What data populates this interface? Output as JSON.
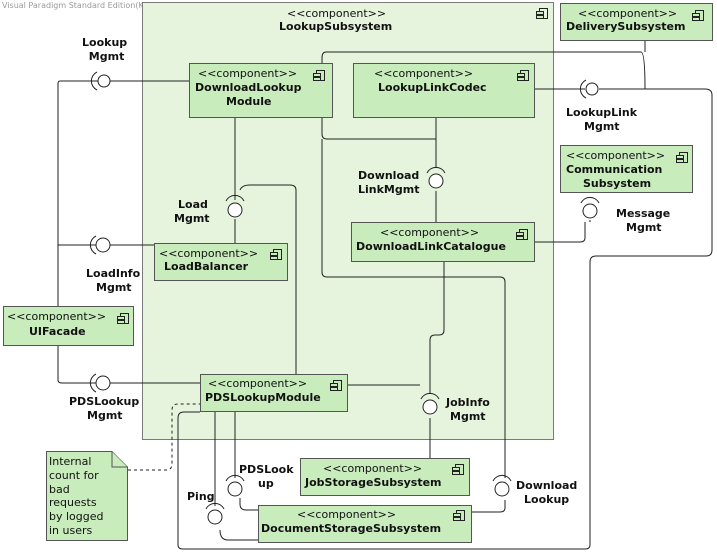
{
  "watermark": "Visual Paradigm Standard Edition(K.U.Leuven)",
  "stereotype": "<<component>>",
  "subsystem": {
    "stereotype": "<<component>>",
    "name": "LookupSubsystem"
  },
  "components": {
    "delivery": "DeliverySubsystem",
    "download_lookup": [
      "DownloadLookup",
      "Module"
    ],
    "link_codec": "LookupLinkCodec",
    "communication": [
      "Communication",
      "Subsystem"
    ],
    "load_balancer": "LoadBalancer",
    "link_catalogue": "DownloadLinkCatalogue",
    "ui_facade": "UIFacade",
    "pds_lookup": "PDSLookupModule",
    "job_storage": "JobStorageSubsystem",
    "doc_storage": "DocumentStorageSubsystem"
  },
  "interfaces": {
    "lookup_mgmt": [
      "Lookup",
      "Mgmt"
    ],
    "lookuplink_mgmt": [
      "LookupLink",
      "Mgmt"
    ],
    "download_linkmgmt": [
      "Download",
      "LinkMgmt"
    ],
    "load_mgmt": [
      "Load",
      "Mgmt"
    ],
    "message_mgmt": [
      "Message",
      "Mgmt"
    ],
    "loadinfo_mgmt": [
      "LoadInfo",
      "Mgmt"
    ],
    "pdslookup_mgmt": [
      "PDSLookup",
      "Mgmt"
    ],
    "jobinfo_mgmt": [
      "JobInfo",
      "Mgmt"
    ],
    "pds_lookup_iface": [
      "PDSLook",
      "up"
    ],
    "ping": "Ping",
    "download_lookup_iface": [
      "Download",
      "Lookup"
    ]
  },
  "note": [
    "Internal",
    "count for",
    "bad",
    "requests",
    "by logged",
    "in users"
  ]
}
